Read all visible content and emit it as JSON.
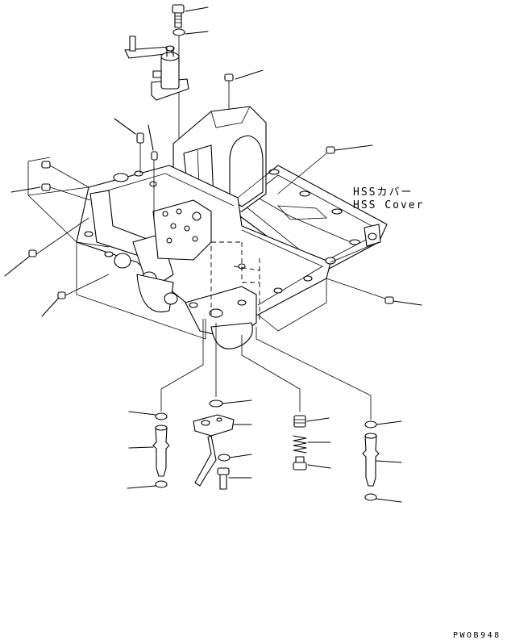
{
  "labels": {
    "hss_cover_jp": "HSSカバー",
    "hss_cover_en": "HSS Cover",
    "drawing_code": "PWOB948"
  }
}
